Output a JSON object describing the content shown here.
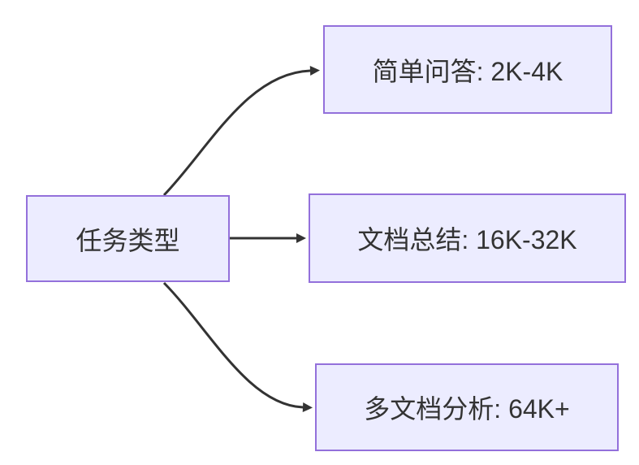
{
  "diagram": {
    "type": "flowchart",
    "direction": "LR",
    "nodes": [
      {
        "id": "task-type",
        "label": "任务类型",
        "role": "source"
      },
      {
        "id": "simple-qa",
        "label": "简单问答: 2K-4K",
        "role": "target"
      },
      {
        "id": "doc-summary",
        "label": "文档总结: 16K-32K",
        "role": "target"
      },
      {
        "id": "multi-doc-analysis",
        "label": "多文档分析: 64K+",
        "role": "target"
      }
    ],
    "edges": [
      {
        "from": "task-type",
        "to": "simple-qa",
        "arrow": "filled-triangle"
      },
      {
        "from": "task-type",
        "to": "doc-summary",
        "arrow": "filled-triangle"
      },
      {
        "from": "task-type",
        "to": "multi-doc-analysis",
        "arrow": "filled-triangle"
      }
    ],
    "colors": {
      "node_fill": "#ECECFF",
      "node_border": "#9370DB",
      "edge": "#333333",
      "text": "#333333",
      "background": "#FFFFFF"
    }
  }
}
